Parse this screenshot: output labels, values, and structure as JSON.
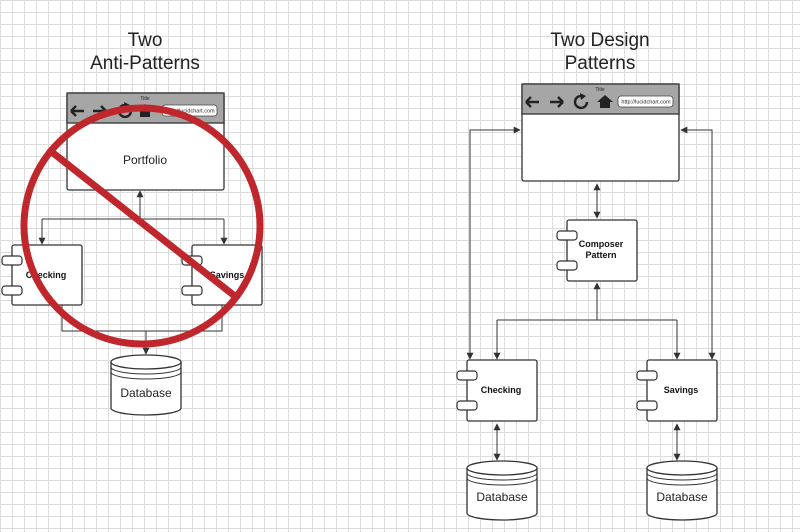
{
  "left": {
    "title_line1": "Two",
    "title_line2": "Anti-Patterns",
    "browser": {
      "title": "Title",
      "url": "http://lucidchart.com",
      "content": "Portfolio"
    },
    "checking": "Checking",
    "savings": "Savings",
    "database": "Database"
  },
  "right": {
    "title_line1": "Two Design",
    "title_line2": "Patterns",
    "browser": {
      "title": "Title",
      "url": "http://lucidchart.com"
    },
    "composer_line1": "Composer",
    "composer_line2": "Pattern",
    "checking": "Checking",
    "savings": "Savings",
    "database_left": "Database",
    "database_right": "Database"
  },
  "colors": {
    "prohibition": "#c0272d",
    "browser_bar": "#a6a6a6",
    "stroke": "#333333"
  }
}
